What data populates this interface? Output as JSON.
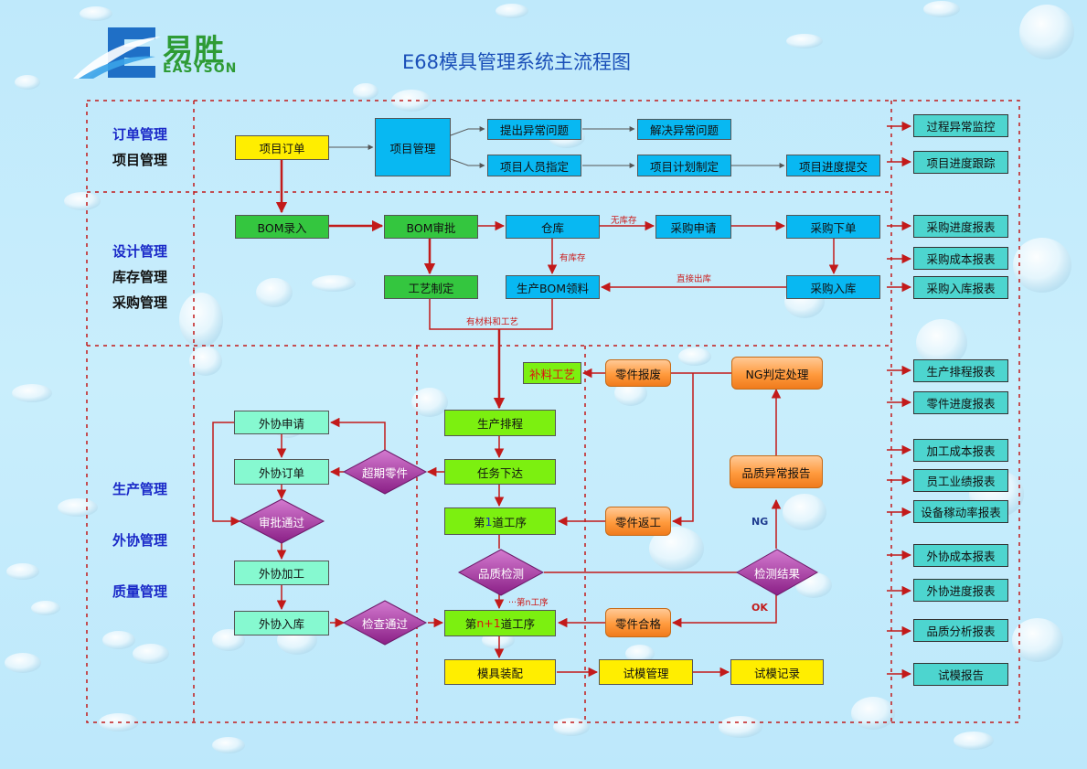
{
  "title": "E68模具管理系统主流程图",
  "logo": {
    "cn": "易胜",
    "en": "EASYSON"
  },
  "categories": {
    "c1": "订单管理",
    "c2": "项目管理",
    "c3": "设计管理",
    "c4": "库存管理",
    "c5": "采购管理",
    "c6": "生产管理",
    "c7": "外协管理",
    "c8": "质量管理"
  },
  "nodes": {
    "project_order": "项目订单",
    "project_mgmt": "项目管理",
    "raise_issue": "提出异常问题",
    "solve_issue": "解决异常问题",
    "assign_staff": "项目人员指定",
    "plan_make": "项目计划制定",
    "progress_submit": "项目进度提交",
    "bom_entry": "BOM录入",
    "bom_approve": "BOM审批",
    "warehouse": "仓库",
    "purchase_request": "采购申请",
    "purchase_order": "采购下单",
    "process_make": "工艺制定",
    "bom_material": "生产BOM领料",
    "purchase_in": "采购入库",
    "supplement_process": "补料工艺",
    "part_scrap": "零件报废",
    "ng_handle": "NG判定处理",
    "prod_schedule": "生产排程",
    "task_issue": "任务下达",
    "first_process": "第1道工序",
    "part_rework": "零件返工",
    "quality_report": "品质异常报告",
    "nth_process": "第n+1道工序",
    "part_pass": "零件合格",
    "mold_assembly": "模具装配",
    "trial_mgmt": "试模管理",
    "trial_record": "试模记录",
    "outsource_apply": "外协申请",
    "outsource_order": "外协订单",
    "outsource_process": "外协加工",
    "outsource_in": "外协入库"
  },
  "diamonds": {
    "overdue_part": "超期零件",
    "approval_pass": "审批通过",
    "quality_check": "品质检测",
    "check_result": "检测结果",
    "inspect_pass": "检查通过"
  },
  "edge_labels": {
    "no_stock": "无库存",
    "has_stock": "有库存",
    "direct_out": "直接出库",
    "material_process": "有材料和工艺",
    "nth": "···第n工序",
    "ng": "NG",
    "ok": "OK"
  },
  "reports": [
    "过程异常监控",
    "项目进度跟踪",
    "采购进度报表",
    "采购成本报表",
    "采购入库报表",
    "生产排程报表",
    "零件进度报表",
    "加工成本报表",
    "员工业绩报表",
    "设备稼动率报表",
    "外协成本报表",
    "外协进度报表",
    "品质分析报表",
    "试模报告"
  ],
  "colors": {
    "background": "#c2ebfb",
    "title": "#1a4fb8",
    "arrow": "#c21a1a",
    "yellow": "#ffee00",
    "blue": "#08b8f2",
    "green": "#34c63f",
    "lime": "#7cf010",
    "mint": "#86f9d0",
    "teal": "#4dd5cf",
    "orange": "#ff9a3d",
    "purple": "#a3349a",
    "category_blue": "#1a29c8"
  }
}
